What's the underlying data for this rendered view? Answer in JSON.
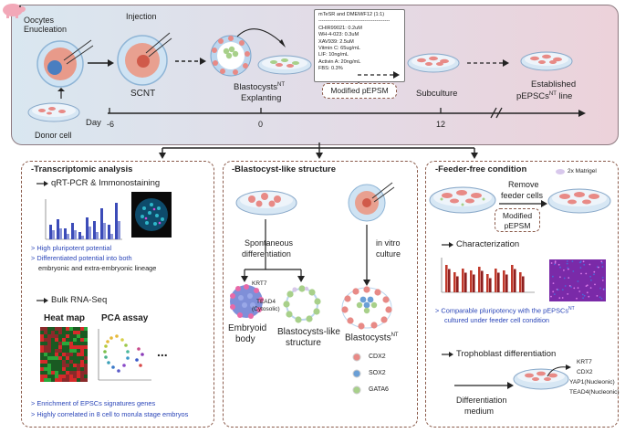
{
  "top": {
    "oocytes_enucleation": "Oocytes\nEnucleation",
    "injection": "Injection",
    "donor_cell": "Donor cell",
    "scnt": "SCNT",
    "blastocysts_explanting": "Blastocysts",
    "blastocysts_explanting_sup": "NT",
    "explanting": "Explanting",
    "subculture": "Subculture",
    "established": "Established",
    "established_line_pre": "pEPSCs",
    "established_line_sup": "NT",
    "established_line_post": " line",
    "modified_pepsm": "Modified pEPSM",
    "day_label": "Day",
    "days": [
      "-6",
      "0",
      "12"
    ]
  },
  "media": {
    "header": "mTeSR and DMEM/F12 (1:1)",
    "divider": "------------------------------------------",
    "items": [
      "CHIR99021: 0.2uM",
      "WH-4-023: 0.3uM",
      "XAV939: 2.5uM",
      "Vitmin C: 65ug/mL",
      "LIF: 10ng/mL",
      "Activin A: 20ng/mL",
      "FBS: 0.3%"
    ]
  },
  "left_panel": {
    "title": "-Transcriptomic analysis",
    "qrt": "qRT-PCR & Immonostaining",
    "findings1": [
      "> High pluripotent potential",
      "> Differentiated potential into both",
      "embryonic and extra-embryonic lineage"
    ],
    "bulk": "Bulk RNA-Seq",
    "heatmap": "Heat map",
    "pca": "PCA assay",
    "ellipsis": "...",
    "findings2": [
      "> Enrichment of EPSCs signatures genes",
      "> Highly correlated in 8 cell to morula stage embryos"
    ]
  },
  "middle_panel": {
    "title": "-Blastocyst-like structure",
    "spontaneous": "Spontaneous",
    "differentiation": "differentiation",
    "in_vitro": "in vitro",
    "culture": "culture",
    "krt7": "KRT7",
    "tead4": "TEAD4",
    "cytosolic": "(Cytosolic)",
    "embryoid": "Embryoid",
    "body": "body",
    "blastocyst_like": "Blastocysts-like",
    "structure": "structure",
    "blastocysts_nt": "Blastocysts",
    "blastocysts_nt_sup": "NT",
    "legend": [
      "CDX2",
      "SOX2",
      "GATA6"
    ]
  },
  "right_panel": {
    "title": "-Feeder-free condition",
    "matrigel": "2x Matrigel",
    "remove": "Remove",
    "feeder": "feeder cells",
    "modified": "Modified",
    "pepsm": "pEPSM",
    "characterization": "Characterization",
    "findings1": [
      "> Comparable pluripotency with the pEPSCs",
      "cultured under feeder cell condition"
    ],
    "findings1_sup": "NT",
    "trophoblast": "Trophoblast differentiation",
    "markers": [
      "KRT7",
      "CDX2",
      "YAP1(Nucleonic)",
      "TEAD4(Nucleonic)"
    ],
    "differentiation": "Differentiation",
    "medium": "medium"
  },
  "colors": {
    "blue_text": "#2a45b8",
    "panel_border": "#8a5a4a",
    "cdx2": "#e88a86",
    "sox2": "#6a9fd6",
    "gata6": "#a8d08a"
  }
}
